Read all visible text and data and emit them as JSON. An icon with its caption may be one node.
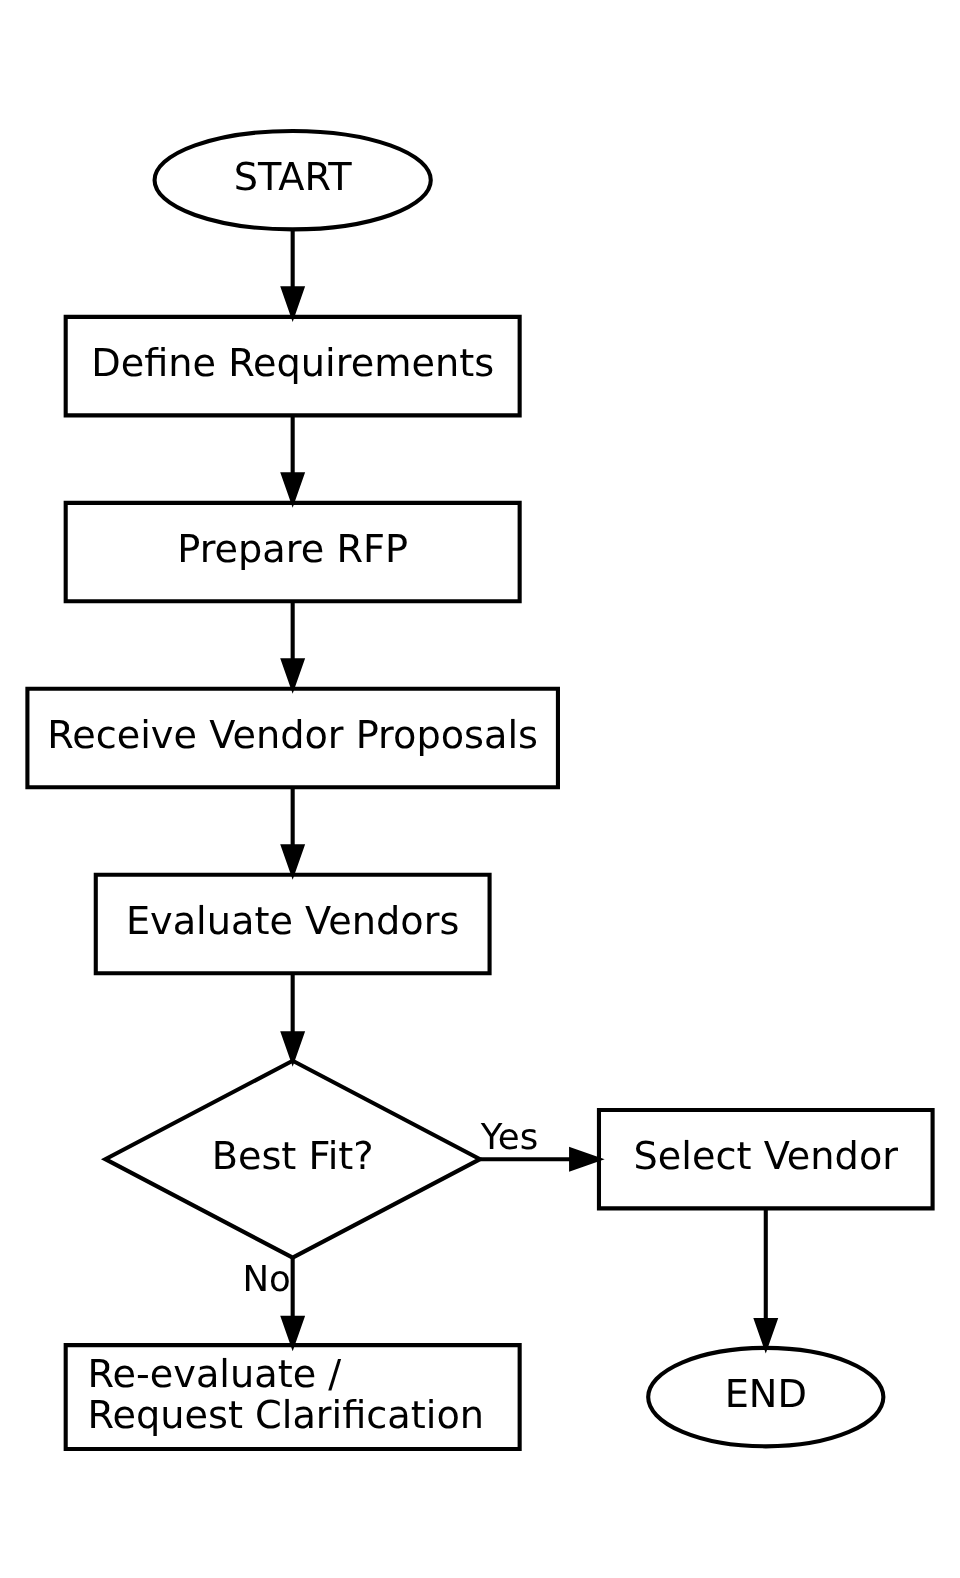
{
  "diagram": {
    "nodes": [
      {
        "text": [
          "START"
        ]
      },
      {
        "text": [
          "Define Requirements"
        ]
      },
      {
        "text": [
          "Prepare RFP"
        ]
      },
      {
        "text": [
          "Receive Vendor Proposals"
        ]
      },
      {
        "text": [
          "Evaluate Vendors"
        ]
      },
      {
        "text": [
          "Best Fit?"
        ]
      },
      {
        "text": [
          "Select Vendor"
        ]
      },
      {
        "text": [
          "END"
        ]
      },
      {
        "text": [
          "Re-evaluate / Request Clarification"
        ]
      }
    ],
    "edges": [
      {
        "from": 0,
        "to": 1,
        "arrow": "to"
      },
      {
        "from": 1,
        "to": 2,
        "arrow": "to"
      },
      {
        "from": 2,
        "to": 3,
        "arrow": "to"
      },
      {
        "from": 3,
        "to": 4,
        "arrow": "to"
      },
      {
        "from": 4,
        "to": 5,
        "arrow": "to"
      },
      {
        "from": 5,
        "to": 6,
        "arrow": "to",
        "label": "Yes"
      },
      {
        "from": 6,
        "to": 7,
        "arrow": "to"
      },
      {
        "from": 5,
        "to": 8,
        "arrow": "to",
        "label": "No"
      }
    ]
  }
}
